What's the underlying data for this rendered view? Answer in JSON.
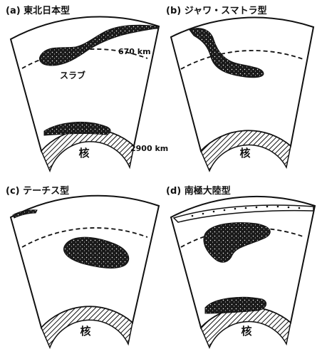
{
  "panels": [
    {
      "title": "(a) 東北日本型",
      "core_label": "核"
    },
    {
      "title": "(b) ジャワ・スマトラ型",
      "core_label": "核"
    },
    {
      "title": "(c) テーチス型",
      "core_label": "核"
    },
    {
      "title": "(d) 南極大陸型",
      "core_label": "核"
    }
  ],
  "annotations": {
    "depth_670": "670 km",
    "depth_2900": "2900 km",
    "slab": "スラブ"
  }
}
